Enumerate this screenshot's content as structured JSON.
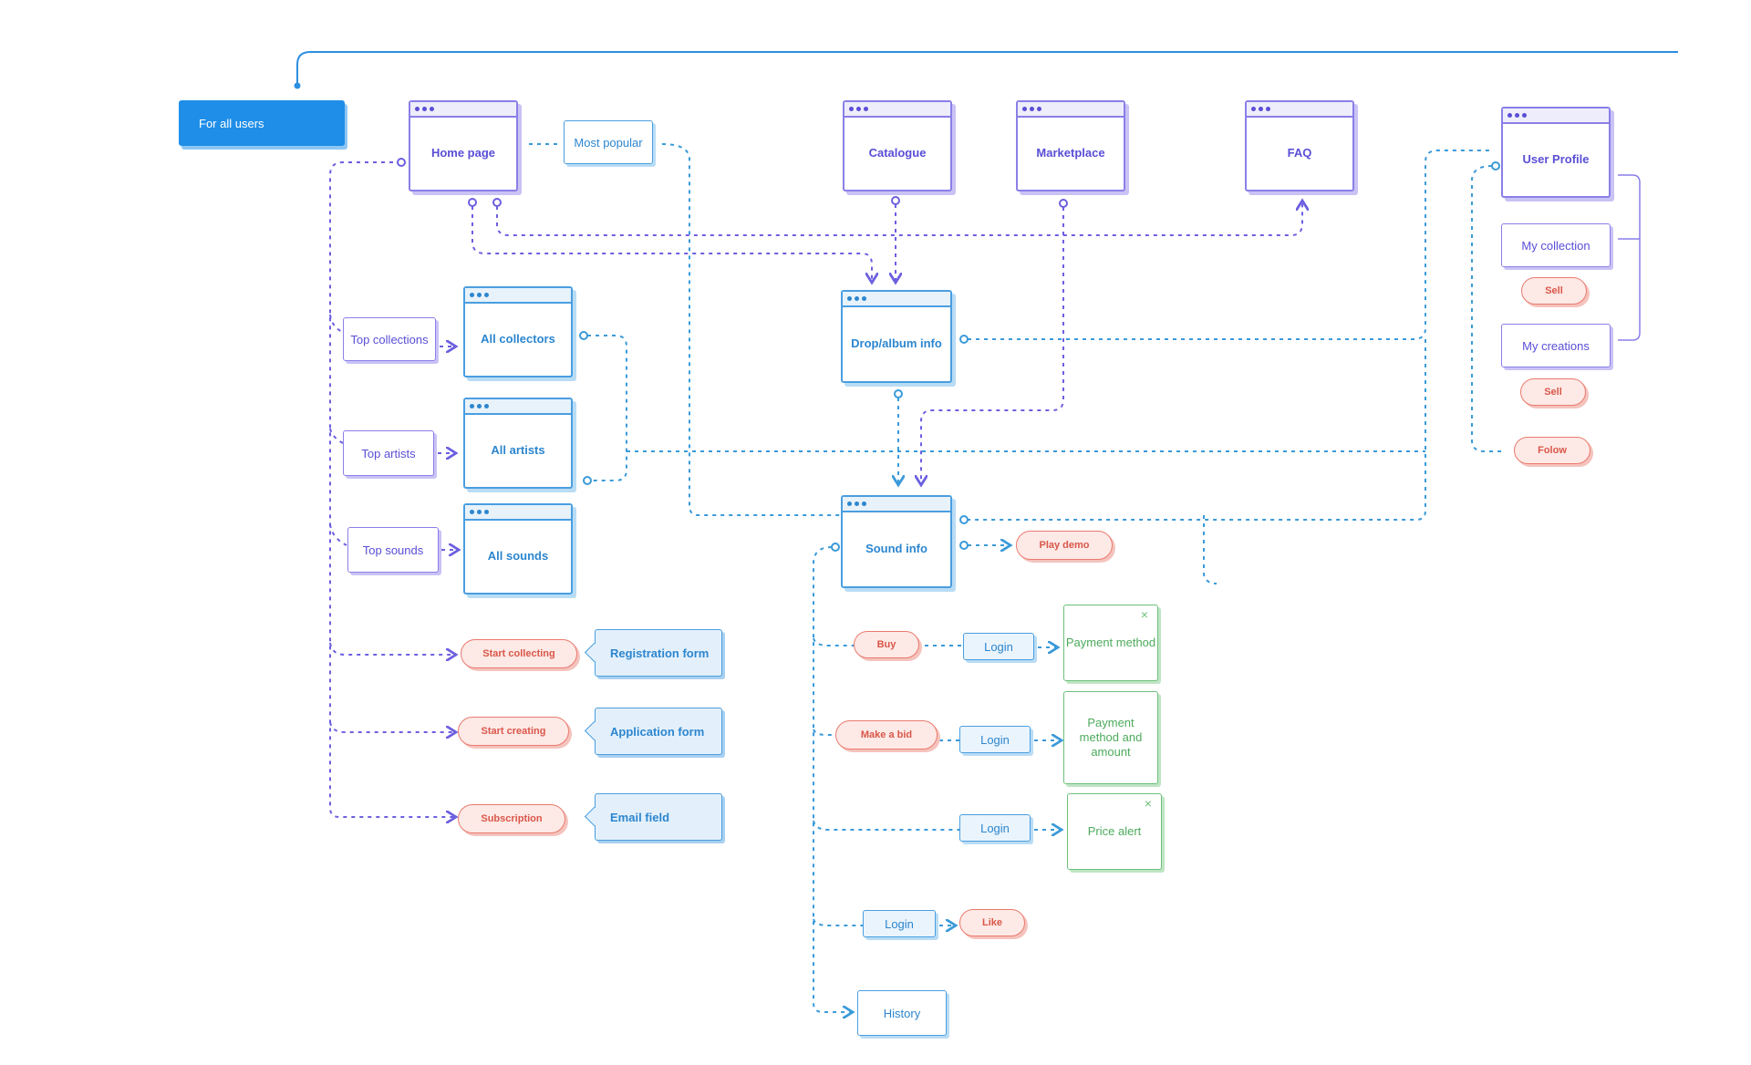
{
  "header": {
    "group_label": "For all users"
  },
  "pages": {
    "home": "Home page",
    "catalogue": "Catalogue",
    "marketplace": "Marketplace",
    "faq": "FAQ",
    "user_profile": "User Profile",
    "drop_album": "Drop/album info",
    "all_collectors": "All collectors",
    "all_artists": "All artists",
    "all_sounds": "All sounds",
    "sound_info": "Sound info"
  },
  "sections": {
    "most_popular": "Most popular",
    "top_collections": "Top collections",
    "top_artists": "Top artists",
    "top_sounds": "Top sounds",
    "my_collection": "My collection",
    "my_creations": "My creations",
    "history": "History",
    "login_1": "Login",
    "login_2": "Login",
    "login_3": "Login",
    "login_4": "Login"
  },
  "actions": {
    "sell_1": "Sell",
    "sell_2": "Sell",
    "follow": "Folow",
    "play_demo": "Play demo",
    "buy": "Buy",
    "make_bid": "Make a bid",
    "like": "Like",
    "start_collecting": "Start collecting",
    "start_creating": "Start creating",
    "subscription": "Subscription"
  },
  "forms": {
    "registration": "Registration form",
    "application": "Application form",
    "email": "Email field"
  },
  "modals": {
    "payment_method": "Payment method",
    "payment_method_amount": "Payment method and amount",
    "price_alert": "Price alert",
    "close_symbol": "×"
  },
  "colors": {
    "purple": "#6c5fe0",
    "blue": "#3a9ad9",
    "red": "#d9574a",
    "green": "#4daa5c",
    "group_blue": "#1f8ee8"
  }
}
